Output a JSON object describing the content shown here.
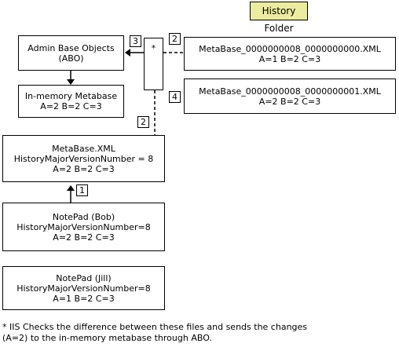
{
  "colors": {
    "history_folder_bg": "#ecec9e",
    "line": "#000000"
  },
  "history_folder": {
    "label": "History Folder"
  },
  "abo": {
    "line1": "Admin Base Objects",
    "line2": "(ABO)"
  },
  "in_memory": {
    "line1": "In-memory Metabase",
    "line2": "A=2  B=2  C=3"
  },
  "metabase_xml": {
    "line1": "MetaBase.XML",
    "line2": "HistoryMajorVersionNumber = 8",
    "line3": "A=2  B=2  C=3"
  },
  "history_file_0": {
    "line1": "MetaBase_0000000008_0000000000.XML",
    "line2": "A=1  B=2  C=3"
  },
  "history_file_1": {
    "line1": "MetaBase_0000000008_0000000001.XML",
    "line2": "A=2  B=2  C=3"
  },
  "notepad_bob": {
    "line1": "NotePad (Bob)",
    "line2": "HistoryMajorVersionNumber=8",
    "line3": "A=2  B=2  C=3"
  },
  "notepad_jill": {
    "line1": "NotePad (Jill)",
    "line2": "HistoryMajorVersionNumber=8",
    "line3": "A=1  B=2  C=3"
  },
  "steps": {
    "s1": "1",
    "s2a": "2",
    "s2b": "2",
    "s3": "3",
    "s4": "4"
  },
  "asterisk": "*",
  "footnote": {
    "line1": "* IIS Checks the difference between these files and sends the changes",
    "line2": "(A=2) to the in-memory metabase through ABO."
  }
}
